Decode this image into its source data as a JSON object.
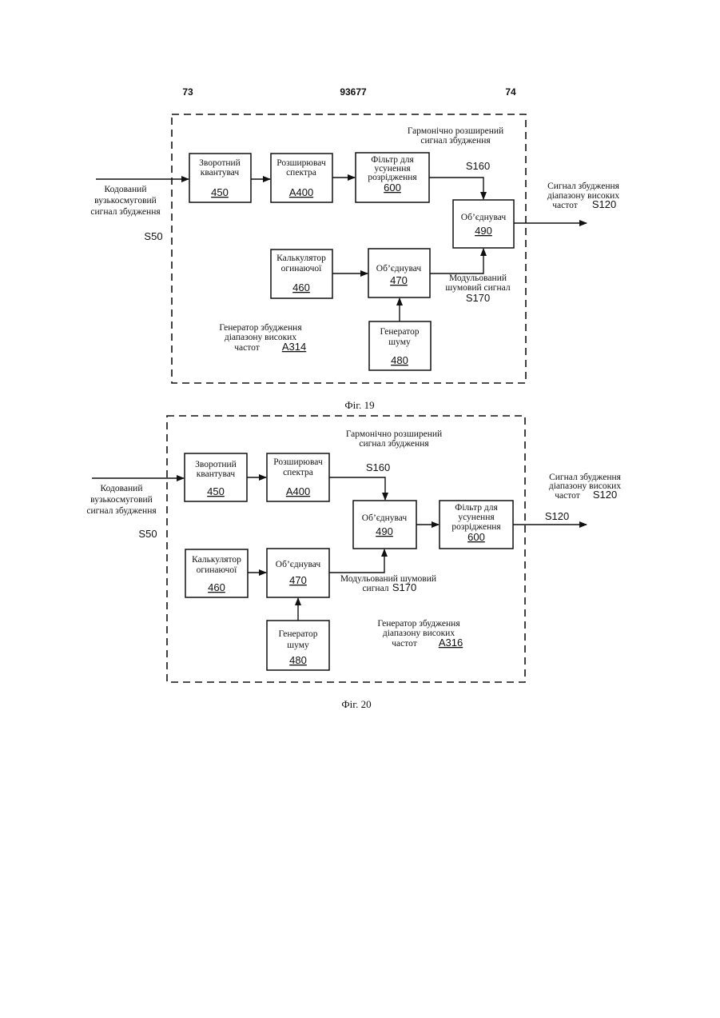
{
  "header": {
    "left_page": "73",
    "doc_number": "93677",
    "right_page": "74"
  },
  "fig19": {
    "caption": "Фіг. 19",
    "input_label": [
      "Кодований",
      "вузькосмуговий",
      "сигнал збудження"
    ],
    "input_signal": "S50",
    "harmonic_label": [
      "Гармонічно розширений",
      "сигнал збудження"
    ],
    "s160": "S160",
    "output_label": [
      "Сигнал збудження",
      "діапазону високих",
      "частот"
    ],
    "output_signal": "S120",
    "noise_label": [
      "Модульований",
      "шумовий сигнал"
    ],
    "noise_signal": "S170",
    "generator_label": [
      "Генератор збудження",
      "діапазону високих",
      "частот"
    ],
    "generator_ref": "A314",
    "blocks": {
      "dequant": {
        "title": [
          "Зворотний",
          "квантувач"
        ],
        "ref": "450"
      },
      "extender": {
        "title": [
          "Розширювач",
          "спектра"
        ],
        "ref": "A400"
      },
      "filter": {
        "title": [
          "Фільтр для",
          "усунення",
          "розрідження"
        ],
        "ref": "600"
      },
      "combiner490": {
        "title": [
          "Об’єднувач"
        ],
        "ref": "490"
      },
      "envelope": {
        "title": [
          "Калькулятор",
          "огинаючої"
        ],
        "ref": "460"
      },
      "combiner470": {
        "title": [
          "Об’єднувач"
        ],
        "ref": "470"
      },
      "noise": {
        "title": [
          "Генератор",
          "шуму"
        ],
        "ref": "480"
      }
    }
  },
  "fig20": {
    "caption": "Фіг. 20",
    "input_label": [
      "Кодований",
      "вузькосмуговий",
      "сигнал збудження"
    ],
    "input_signal": "S50",
    "harmonic_label": [
      "Гармонічно розширений",
      "сигнал збудження"
    ],
    "s160": "S160",
    "output_label": [
      "Сигнал збудження",
      "діапазону високих",
      "частот"
    ],
    "output_signal": "S120",
    "output_signal_line": "S120",
    "noise_label": [
      "Модульований шумовий",
      "сигнал"
    ],
    "noise_signal": "S170",
    "generator_label": [
      "Генератор збудження",
      "діапазону високих",
      "частот"
    ],
    "generator_ref": "A316",
    "blocks": {
      "dequant": {
        "title": [
          "Зворотний",
          "квантувач"
        ],
        "ref": "450"
      },
      "extender": {
        "title": [
          "Розширювач",
          "спектра"
        ],
        "ref": "A400"
      },
      "combiner490": {
        "title": [
          "Об’єднувач"
        ],
        "ref": "490"
      },
      "filter": {
        "title": [
          "Фільтр для",
          "усунення",
          "розрідження"
        ],
        "ref": "600"
      },
      "envelope": {
        "title": [
          "Калькулятор",
          "огинаючої"
        ],
        "ref": "460"
      },
      "combiner470": {
        "title": [
          "Об’єднувач"
        ],
        "ref": "470"
      },
      "noise": {
        "title": [
          "Генератор",
          "шуму"
        ],
        "ref": "480"
      }
    }
  }
}
